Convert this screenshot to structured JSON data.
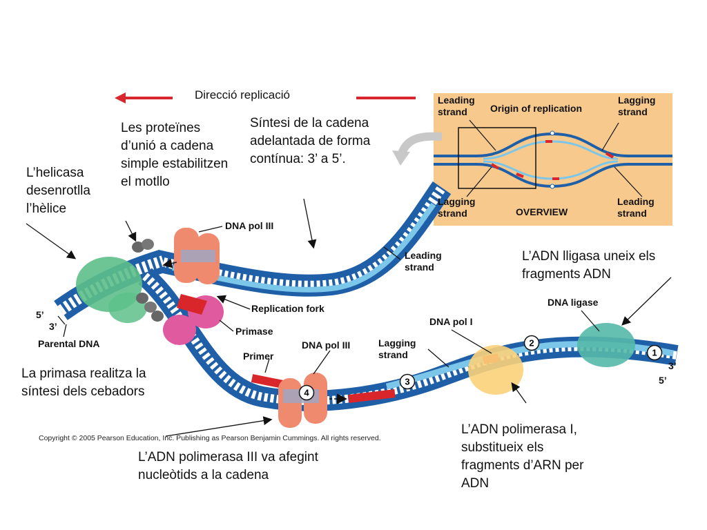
{
  "header": {
    "direction_label": "Direcció replicació"
  },
  "captions": {
    "helicase": "L’helicasa desenrotlla l’hèlice",
    "ssb": "Les proteïnes d’unió a cadena simple estabilitzen el motllo",
    "leading_synthesis": "Síntesi de la cadena adelantada de forma contínua: 3’ a 5’.",
    "ligase": "L’ADN lligasa uneix els fragments ADN",
    "primase": "La primasa realitza la síntesi dels cebadors",
    "pol3": "L’ADN polimerasa III va afegint nucleòtids a la cadena",
    "pol1": "L’ADN polimerasa I, substitueix els fragments d’ARN per ADN"
  },
  "labels": {
    "dna_pol_iii_top": "DNA pol III",
    "leading_strand": "Leading strand",
    "replication_fork": "Replication fork",
    "primase": "Primase",
    "primer": "Primer",
    "dna_pol_iii_bottom": "DNA pol III",
    "lagging_strand": "Lagging strand",
    "dna_pol_i": "DNA pol I",
    "dna_ligase": "DNA ligase",
    "five_prime_left": "5’",
    "three_prime_left": "3’",
    "parental_dna": "Parental DNA",
    "three_prime_right": "3’",
    "five_prime_right": "5’"
  },
  "overview": {
    "leading_tl": "Leading strand",
    "origin": "Origin of replication",
    "lagging_tr": "Lagging strand",
    "lagging_bl": "Lagging strand",
    "title": "OVERVIEW",
    "leading_br": "Leading strand"
  },
  "steps": [
    "1",
    "2",
    "3",
    "4"
  ],
  "copyright": "Copyright © 2005 Pearson Education, Inc. Publishing as Pearson Benjamin Cummings. All rights reserved.",
  "colors": {
    "dna_dark": "#1f5fa8",
    "dna_light": "#7cc6ea",
    "primer_red": "#d9262b",
    "overview_bg": "#f7c98c",
    "helicase_green": "#5dbf8a",
    "pol3_salmon": "#f08a6e",
    "primase_pink": "#e05aa0",
    "ligase_teal": "#55b9a8",
    "pol1_yellow": "#fbd27a",
    "direction_red": "#d7262d"
  }
}
